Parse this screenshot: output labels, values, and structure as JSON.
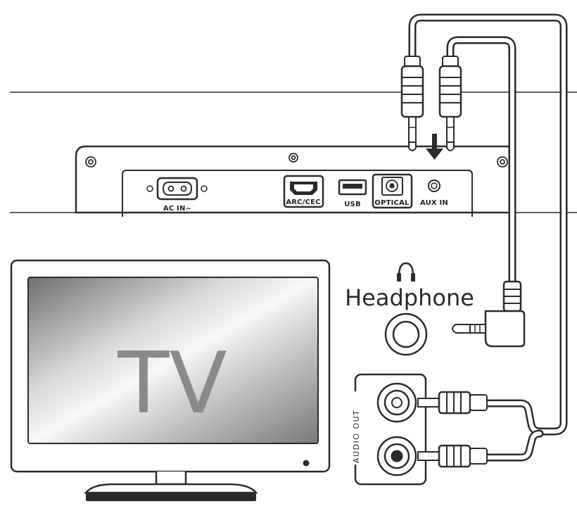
{
  "soundbar": {
    "ports": {
      "ac_in": "AC  IN~",
      "arc_cec": "ARC/CEC",
      "usb": "USB",
      "optical": "OPTICAL",
      "aux_in": "AUX  IN"
    }
  },
  "headphone": {
    "label": "Headphone"
  },
  "tv": {
    "label": "TV",
    "audio_out_label": "AUDIO OUT"
  },
  "colors": {
    "line": "#2b2b2b",
    "screen_gray": "#8a8a8a"
  }
}
